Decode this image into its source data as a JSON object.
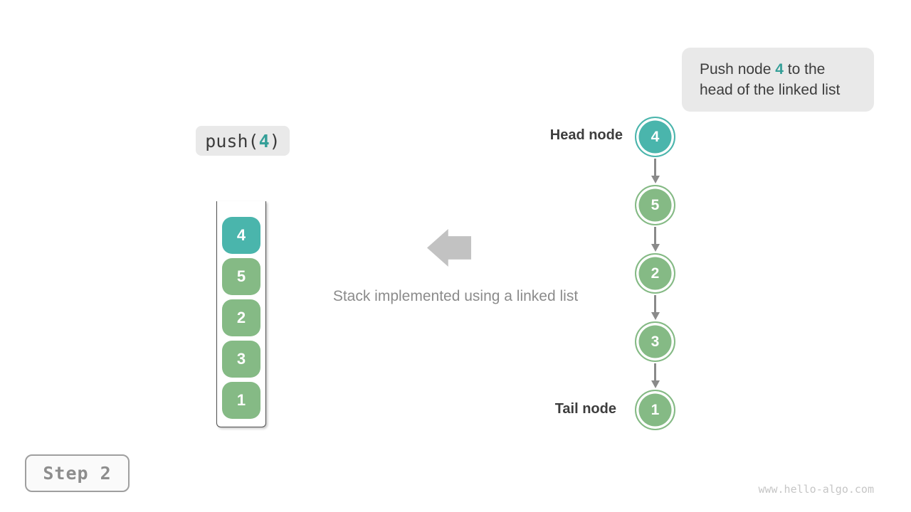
{
  "page": {
    "watermark": "www.hello-algo.com"
  },
  "colors": {
    "accent": "#359f98",
    "node_teal": "#4ab5ac",
    "node_green": "#85ba85",
    "block_arrow": "#c2c2c2"
  },
  "callout": {
    "line1_prefix": "Push node ",
    "line1_highlight": "4",
    "line1_suffix": " to the",
    "line2": "head of the linked list"
  },
  "operation": {
    "prefix": "push(",
    "arg": "4",
    "suffix": ")"
  },
  "stack": {
    "items": [
      {
        "value": "4",
        "color": "#4ab5ac"
      },
      {
        "value": "5",
        "color": "#85ba85"
      },
      {
        "value": "2",
        "color": "#85ba85"
      },
      {
        "value": "3",
        "color": "#85ba85"
      },
      {
        "value": "1",
        "color": "#85ba85"
      }
    ]
  },
  "caption": {
    "text": "Stack implemented using a linked list"
  },
  "linked_list": {
    "head_label": "Head node",
    "tail_label": "Tail node",
    "nodes": [
      {
        "value": "4",
        "color": "#4ab5ac"
      },
      {
        "value": "5",
        "color": "#85ba85"
      },
      {
        "value": "2",
        "color": "#85ba85"
      },
      {
        "value": "3",
        "color": "#85ba85"
      },
      {
        "value": "1",
        "color": "#85ba85"
      }
    ]
  },
  "step_badge": {
    "label": "Step 2"
  }
}
